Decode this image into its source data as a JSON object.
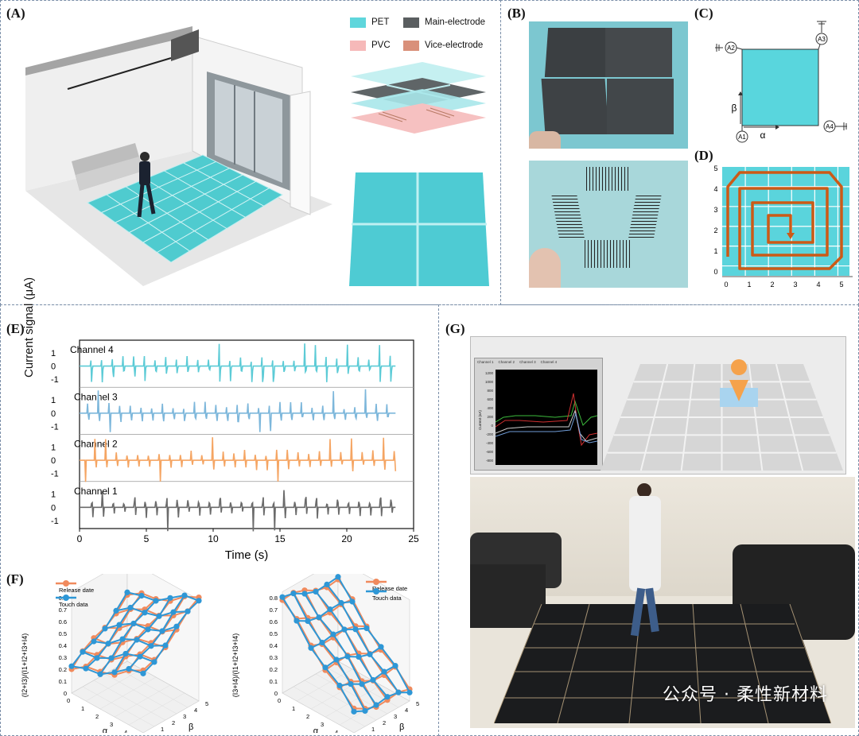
{
  "panels": {
    "A": "(A)",
    "B": "(B)",
    "C": "(C)",
    "D": "(D)",
    "E": "(E)",
    "F": "(F)",
    "G": "(G)"
  },
  "legend_A": [
    {
      "label": "PET",
      "color": "#5fd6dc"
    },
    {
      "label": "Main-electrode",
      "color": "#5a5e60"
    },
    {
      "label": "PVC",
      "color": "#f6b9b9"
    },
    {
      "label": "Vice-electrode",
      "color": "#d9907a"
    }
  ],
  "diagram_C": {
    "alpha": "α",
    "beta": "β",
    "nodes": [
      "A1",
      "A2",
      "A3",
      "A4"
    ],
    "fill": "#59d6dd"
  },
  "grid_D": {
    "x_ticks": [
      "0",
      "1",
      "2",
      "3",
      "4",
      "5"
    ],
    "y_ticks": [
      "0",
      "1",
      "2",
      "3",
      "4",
      "5"
    ],
    "fill": "#5ad4dc",
    "path_color": "#cc5a16"
  },
  "chart_data": [
    {
      "type": "line",
      "xlabel": "Time (s)",
      "ylabel": "Current signal (μA)",
      "xlim": [
        0,
        25
      ],
      "x_ticks": [
        "0",
        "5",
        "10",
        "15",
        "20",
        "25"
      ],
      "y_ticks": [
        "1",
        "0",
        "-1"
      ],
      "series": [
        {
          "name": "Channel 4",
          "color": "#5ccbd6"
        },
        {
          "name": "Channel 3",
          "color": "#7db7db"
        },
        {
          "name": "Channel 2",
          "color": "#f5a563"
        },
        {
          "name": "Channel 1",
          "color": "#6b6b6b"
        }
      ]
    },
    {
      "type": "line",
      "xlabel": "α",
      "ylabel": "β",
      "zlabel": "(I2+I3)/(I1+I2+I3+I4)",
      "z_ticks": [
        "0.8",
        "0.7",
        "0.6",
        "0.5",
        "0.4",
        "0.3",
        "0.2",
        "0.1",
        "0"
      ],
      "x_ticks": [
        "0",
        "1",
        "2",
        "3",
        "4",
        "5"
      ],
      "y_ticks": [
        "0",
        "1",
        "2",
        "3",
        "4",
        "5"
      ],
      "series": [
        {
          "name": "Release date",
          "color": "#f08a5d"
        },
        {
          "name": "Touch data",
          "color": "#2e97d6"
        }
      ]
    },
    {
      "type": "line",
      "xlabel": "α",
      "ylabel": "β",
      "zlabel": "(I3+I4)/(I1+I2+I3+I4)",
      "z_ticks": [
        "0.8",
        "0.7",
        "0.6",
        "0.5",
        "0.4",
        "0.3",
        "0.2",
        "0.1",
        "0"
      ],
      "x_ticks": [
        "0",
        "1",
        "2",
        "3",
        "4",
        "5"
      ],
      "y_ticks": [
        "0",
        "1",
        "2",
        "3",
        "4",
        "5"
      ],
      "series": [
        {
          "name": "Release date",
          "color": "#f08a5d"
        },
        {
          "name": "Touch data",
          "color": "#2e97d6"
        }
      ]
    }
  ],
  "monitor_G": {
    "channels": [
      "Channel 1",
      "Channel 2",
      "Channel 3",
      "Channel 4"
    ],
    "y_ticks": [
      "1200",
      "1000",
      "800",
      "600",
      "400",
      "200",
      "0",
      "-200",
      "-400",
      "-600",
      "-800"
    ],
    "ylabel": "Current (nA)"
  },
  "watermark": "公众号 · 柔性新材料"
}
